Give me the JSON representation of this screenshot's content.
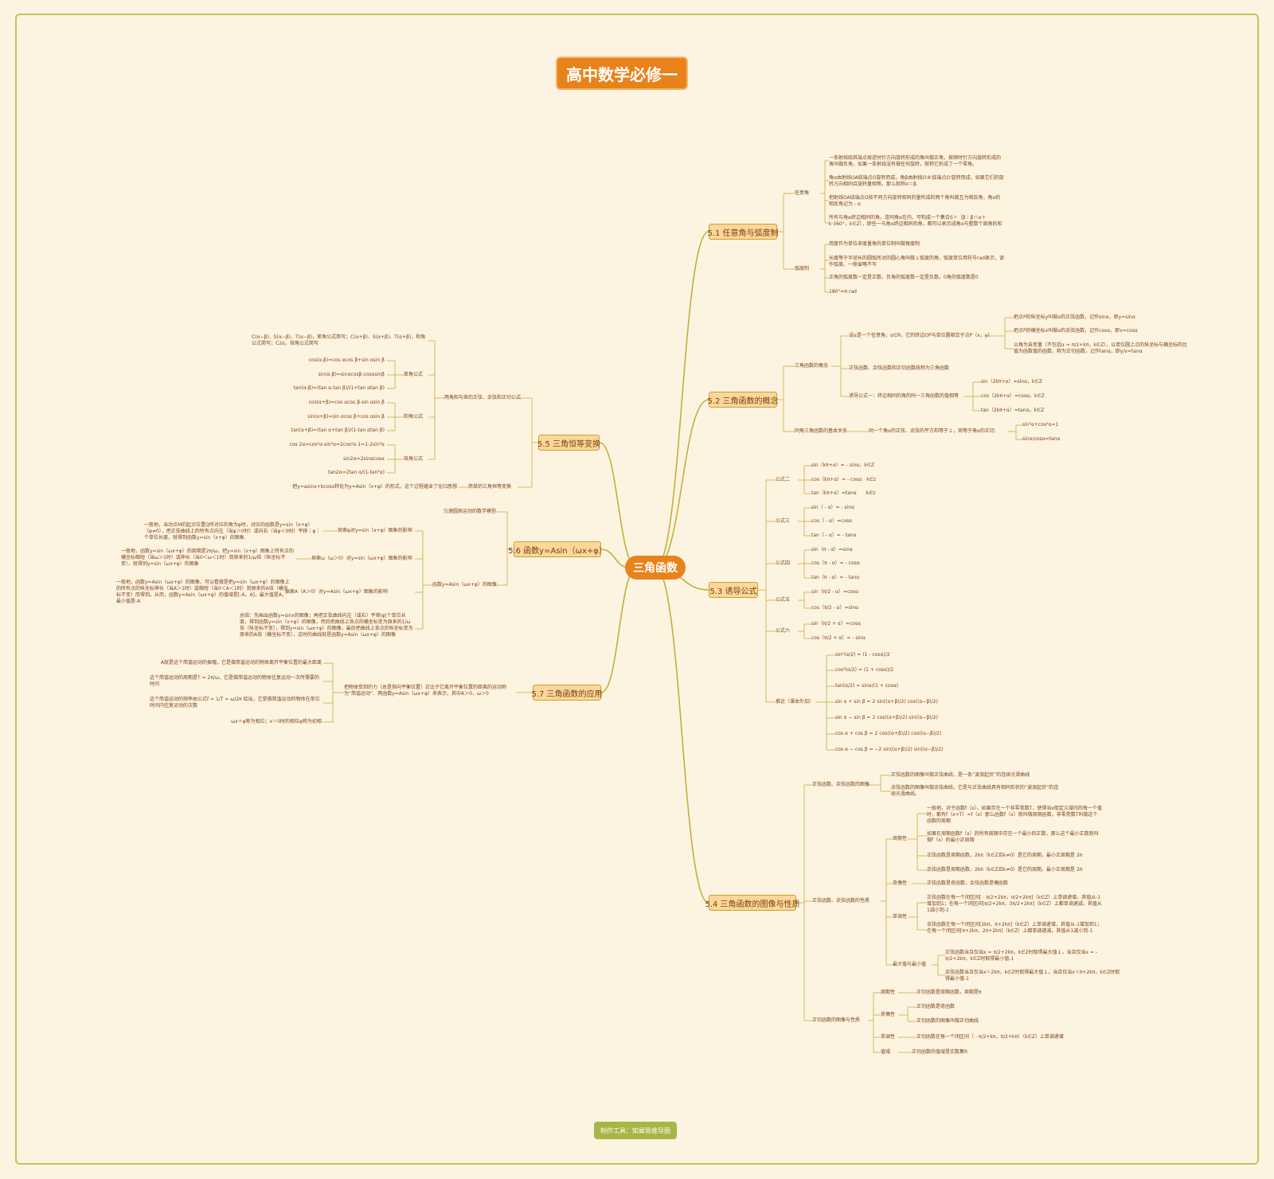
{
  "title": "高中数学必修一",
  "root": "三角函数",
  "footer": "制作工具：知犀思维导图",
  "s51": {
    "label": "5.1 任意角与弧度制",
    "c1": "任意角",
    "c1_l1": "一条射线绕其端点按逆时针方向旋转形成的角叫做正角，按顺时针方向旋转形成的角叫做负角，如果一条射线没有做任何旋转，就称它形成了一个零角。",
    "c1_l2": "角α由射线OA绕端点O旋转而成，角β由射线O'A'绕端点O'旋转而成，如果它们的旋转方向相同且旋转量相等，那么就称α＝β.",
    "c1_l3": "把射线OA绕端点O按不同方向旋转相同的量所成的两个角叫做互为相反角，角α的相反角记为 - α",
    "c1_l4": "所有与角α终边相同的角，连同角α在内，可构成一个集合S＝｛β｜β＝α＋k·360°，k∈Z｝，即任一与角α终边相同的角，都可以表示成角α与整数个周角的和",
    "c2": "弧度制",
    "c2_l1": "用度作为单位来度量角的单位制叫做角度制",
    "c2_l2": "长度等于半径长的圆弧所对的圆心角叫做１弧度的角，弧度单位用符号rad表示，读作弧度。一般省略不写",
    "c2_l3": "正角的弧度数一定是正数，负角的弧度数一定是负数，0角的弧度数是0",
    "c2_l4": "180°=π rad"
  },
  "s52": {
    "label": "5.2 三角函数的概念",
    "c1": "三角函数的概念",
    "c1_a": "设α是一个任意角，α∈R，它的终边OP与单位圆相交于点P（x，y）",
    "c1_a1": "把点P的纵坐标y叫做α的正弦函数，记作sinα，即y=sinα",
    "c1_a2": "把点P的横坐标x叫做α的余弦函数，记作cosα，即x=cosα",
    "c1_a3": "以角为自变量（不包括α = π/2+kπ，k∈Z），以单位圆上点的纵坐标与横坐标的比值为函数值的函数，称为正切函数，记作tanα，即y/x=tanα",
    "c1_b": "正弦函数、余弦函数和正切函数统称为三角函数",
    "c1_c": "诱导公式一：终边相同的角的同一三角函数的值相等",
    "c1_c1": "sin（2kπ+α）=sinα，k∈Z",
    "c1_c2": "cos（2kπ+α）=cosα，k∈Z",
    "c1_c3": "tan（2kπ+α）=tanα，k∈Z",
    "c2": "同角三角函数的基本关系",
    "c2_a": "同一个角α的正弦、余弦的平方和等于１，商等于角α的正切.",
    "c2_a1": "sin²α+cos²α=1",
    "c2_a2": "sinα/cosα=tanα"
  },
  "s53": {
    "label": "5.3 诱导公式",
    "g2": "公式二",
    "g2_1": "sin（kπ+α）= - sinα，k∈Z",
    "g2_2": "cos（kπ+α）= - cosα　k∈z",
    "g2_3": "tan（kπ+α）=tanα　　k∈z",
    "g3": "公式三",
    "g3_1": "sin（ - α）= - sinα",
    "g3_2": "cos（ - α）=cosα",
    "g3_3": "tan（ - α）= - tanα",
    "g4": "公式四",
    "g4_1": "sin（π - α）=sinα",
    "g4_2": "cos（π - α）= - cosα",
    "g4_3": "tan（π - α）= - tanα",
    "g5": "公式五",
    "g5_1": "sin（π/2 - α）=cosα",
    "g5_2": "cos（π/2 - α）=sinα",
    "g6": "公式六",
    "g6_1": "sin（π/2 + α）=cosα",
    "g6_2": "cos（π/2 + α）= - sinα",
    "t": "推论（课本外加）",
    "t_1": "sin²(α/2) = (1 - cosα)/2",
    "t_2": "cos²(α/2) = (1 + cosα)/2",
    "t_3": "tan(α/2) = sinα/(1 + cosα)",
    "t_4": "sin α + sin β = 2 sin((α+β)/2) cos((α−β)/2)",
    "t_5": "sin α − sin β = 2 cos((α+β)/2) sin((α−β)/2)",
    "t_6": "cos α + cos β = 2 cos((α+β)/2) cos((α−β)/2)",
    "t_7": "cos α − cos β = −2 sin((α+β)/2) sin((α−β)/2)"
  },
  "s54": {
    "label": "5.4 三角函数的图像与性质",
    "a": "正弦函数、余弦函数的图像",
    "a_1": "正弦函数的图像叫做正弦曲线，是一条“波浪起伏”的连续光滑曲线",
    "a_2": "余弦函数的图像叫做余弦曲线，它是与正弦曲线具有相同形状的“波浪起伏”的连续光滑曲线。",
    "b": "正弦函数、余弦函数的性质",
    "b_p": "周期性",
    "b_p1": "一般地，对于函数f（x），如果存在一个非零常数T，使得当x取定义域内的每一个值时，都有f（x+T）=f（x）那么函数f（x）就叫做周期函数，非零常数T叫做这个函数的周期",
    "b_p2": "如果在周期函数f（x）的所有周期中存在一个最小的正数，那么这个最小正数就叫做f（x）的最小正周期",
    "b_p3": "正弦函数是周期函数，2kπ（k∈Z且k≠0）是它的周期，最小正周期是 2π",
    "b_p4": "余弦函数是周期函数，2kπ（k∈Z且k≠0）是它的周期，最小正周期是 2π",
    "b_q": "奇偶性",
    "b_q1": "正弦函数是奇函数，余弦函数是偶函数",
    "b_m": "单调性",
    "b_m1": "正弦函数在每一个闭区间[ - π/2+2kπ，π/2+2kπ]（k∈Z）上单调递增，其值从-1增加到1；在每一个闭区间[π/2+2kπ，3π/2+2kπ]（k∈Z）上都单调递减，其值从1减小到-1",
    "b_m2": "余弦函数在每一个闭区间[2kπ，π+2kπ]（k∈Z）上单调递增，其值从-1增加到1；在每一个闭区间[π+2kπ，2π+2kπ]（k∈Z）上都单调递减，其值从1减小到-1",
    "b_x": "最大值与最小值",
    "b_x1": "正弦函数当且仅当x = π/2+2kπ，k∈Z时取得最大值１，当且仅当x = - π/2+2kπ，k∈Z时取得最小值-1",
    "b_x2": "余弦函数当且仅当x＝2kπ，k∈Z时取得最大值１，当且仅当x＝π+2kπ，k∈Z时取得最小值-1",
    "c": "正切函数的图像与性质",
    "c_p": "周期性",
    "c_p1": "正切函数是周期函数，周期是π",
    "c_q": "奇偶性",
    "c_q1": "正切函数是奇函数",
    "c_q2": "正切函数的图像叫做正切曲线",
    "c_m": "单调性",
    "c_m1": "正切函数在每一个闭区间（ - π/2+kπ，π/2+kπ）（k∈Z）上单调递增",
    "c_v": "值域",
    "c_v1": "正切函数的值域是实数集R"
  },
  "s55": {
    "label": "5.5 三角恒等变换",
    "a": "两角和与差的正弦、余弦和正切公式",
    "a_0": "C(α−β)、S(α−β)、T(α−β)，差角公式简写；C(α+β)、S(α+β)、T(α+β)，和角公式简写；C2α，倍角公式简写",
    "d": "差角公式",
    "d_1": "cos(α-β)=cos αcos β+sin αsin β",
    "d_2": "sin(α-β)=sinαcosβ-cosαsinβ",
    "d_3": "tan(α-β)=(tan α-tan β)/(1+tan αtan β)",
    "h": "和角公式",
    "h_1": "cos(α+β)=cos αcos β-sin αsin β",
    "h_2": "sin(α+β)=sin αcos β+cos αsin β",
    "h_3": "tan(α+β)=(tan α+tan β)/(1-tan αtan β)",
    "b": "倍角公式",
    "b_1": "cos 2α=cos²α-sin²α=2cos²α-1=1-2sin²α",
    "b_2": "sin2α=2sinαcosα",
    "b_3": "tan2α=2tan α/(1-tan²α)",
    "s": "简单的三角恒等变换",
    "s_1": "把y=asinx+bcosx转化为y=Asin（x+φ）的形式，这个过程蕴含了化归思想"
  },
  "s56": {
    "label": "5.6 函数y=Asin（ωx+φ）",
    "a": "匀速圆周运动的数学模型",
    "b": "函数y=Asin（ωx+φ）的图像",
    "b_1": "探索φ对y=sin（x+φ）图象的影响",
    "b_1t": "一般地，当动点M的起点位置Q所对应的角为φ时，对应的函数是y=sin（x+φ）（φ≠0），把正弦曲线上的所有点向左（当φ＞0时）或向右（当φ＜0时）平移｜φ｜个单位长度，就得到函数y=sin（x+φ）的图象.",
    "b_2": "探索ω（ω＞0）对y=sin（ωx+φ）图象的影响",
    "b_2t": "一般地，函数y=sin（ωx+φ）的周期是2π/ω，把y=sin（x+φ）图象上所有点的横坐标缩短（当ω＞1时）或伸长（当0＜ω＜1时）到原来的1/ω倍（纵坐标不变），就得到y=sin（ωx+φ）的图象",
    "b_3": "探索A（A＞0）对y=Asin（ωx+φ）图象的影响",
    "b_3t": "一般地，函数y=Asin（ωx+φ）的图像，可以看做是把y=sin（ωx+φ）的图像上的所有点的纵坐标伸长（当A＞1时）或缩短（当0＜A＜1时）到原来的A倍（横坐标不变）而得到。从而，函数y=Asin（ωx+φ）的值域是[-A，A]，最大值是A，最小值是-A",
    "b_4": "总结：先画出函数y=sinx的图像；再把正弦曲线向左（或右）平移|φ|个单位长度，得到函数y=sin（x+φ）的图像，然后把曲线上各点的横坐标变为原来的1/ω倍（纵坐标不变），得到y=sin（ωx+φ）的图像，最后把曲线上各点的纵坐标变为原来的A倍（横坐标不变），这时的曲线就是函数y=Asin（ωx+φ）的图像"
  },
  "s57": {
    "label": "5.7 三角函数的应用",
    "a": "把物体受到的力（总是指向平衡位置）正比于它离开平衡位置的距离的运动称为“简谐运动”．两函数y=Asin（ωx+φ）来表示，其中A＞0，ω＞0",
    "a_1": "A就是这个简谐运动的振幅，它是做简谐运动的物体离开平衡位置的最大距离",
    "a_2": "这个简谐运动的周期是T = 2π/ω，它是做简谐运动的物体往复运动一次所需要的时间",
    "a_3": "这个简谐运动的频率由公式f = 1/T = ω/2π 给出，它是做简谐运动的物体在单位时间内往复运动的次数",
    "a_4": "ωx＋φ称为相位；x＝0时的相位φ称为初相"
  },
  "colors": {
    "background": "#fdf3e1",
    "central": "#e8821a",
    "section_fill": "#fbd79b",
    "section_border": "#c9a227",
    "branch": "#c2b03a",
    "text": "#7a4318",
    "footer": "#a7b644"
  }
}
